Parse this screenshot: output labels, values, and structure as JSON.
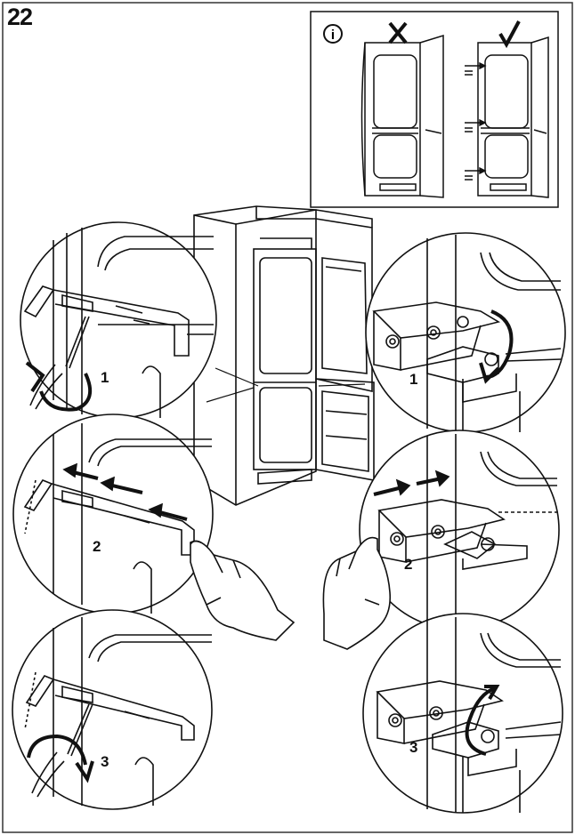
{
  "step": {
    "number": "22"
  },
  "info_box": {
    "icon_glyph": "i",
    "wrong_mark": "✗",
    "right_mark": "✓"
  },
  "left_panels": [
    {
      "label": "1",
      "action": "rotate-screw"
    },
    {
      "label": "2",
      "action": "push-slide"
    },
    {
      "label": "3",
      "action": "rotate-screw"
    }
  ],
  "right_panels": [
    {
      "label": "1",
      "action": "rotate-hinge-screw"
    },
    {
      "label": "2",
      "action": "push-hinge"
    },
    {
      "label": "3",
      "action": "rotate-hinge-screw"
    }
  ],
  "colors": {
    "ink": "#111111",
    "paper": "#ffffff",
    "frame": "#333333"
  }
}
